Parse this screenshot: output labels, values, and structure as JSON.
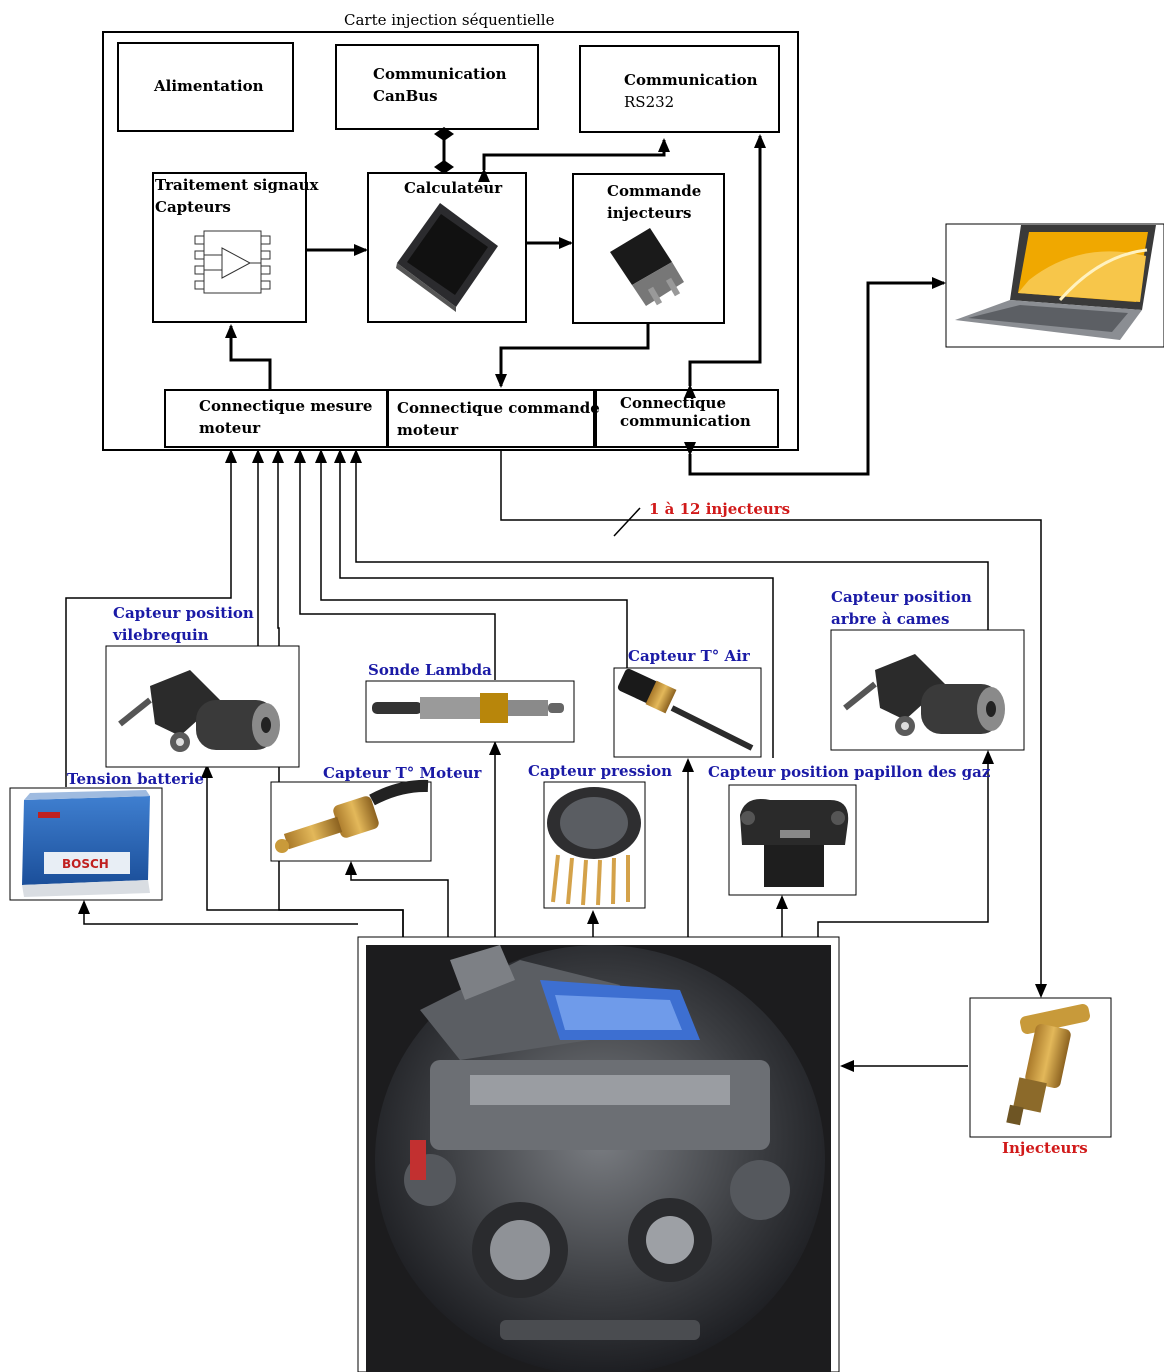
{
  "board": {
    "title": "Carte injection séquentielle",
    "blocks": {
      "power": "Alimentation",
      "canbus": [
        "Communication",
        "CanBus"
      ],
      "rs232": [
        "Communication",
        "RS232"
      ],
      "signal_processing": [
        "Traitement signaux",
        "Capteurs"
      ],
      "computer": "Calculateur",
      "injector_drive": [
        "Commande",
        "injecteurs"
      ],
      "conn_measure": [
        "Connectique mesure",
        "moteur"
      ],
      "conn_command": [
        "Connectique commande",
        "moteur"
      ],
      "conn_comm": [
        "Connectique",
        "communication"
      ]
    }
  },
  "wiring_note": "1 à 12 injecteurs",
  "components": {
    "battery": "Tension batterie",
    "crank_sensor": [
      "Capteur position",
      "vilebrequin"
    ],
    "lambda": "Sonde Lambda",
    "coolant_temp": "Capteur T° Moteur",
    "air_temp": "Capteur T° Air",
    "pressure": "Capteur pression",
    "cam_sensor": [
      "Capteur position",
      "arbre à cames"
    ],
    "throttle": "Capteur position papillon des gaz",
    "injectors": "Injecteurs"
  },
  "pictures": {
    "battery_brand": "BOSCH"
  },
  "colors": {
    "line": "#000000",
    "sensor_label": "#1a1aa6",
    "injector_label": "#d11a1a",
    "laptop_screen": "#f0a800",
    "engine_bg": "#1c1c1e",
    "intake_blue": "#3d6fd1"
  }
}
